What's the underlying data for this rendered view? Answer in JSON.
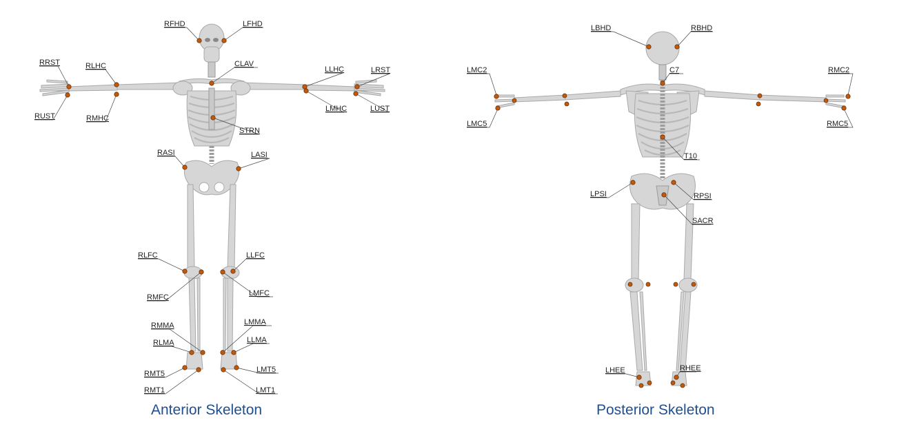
{
  "anterior": {
    "caption": "Anterior Skeleton",
    "labels": {
      "RFHD": "RFHD",
      "LFHD": "LFHD",
      "CLAV": "CLAV",
      "RRST": "RRST",
      "RLHC": "RLHC",
      "LLHC": "LLHC",
      "LRST": "LRST",
      "RUST": "RUST",
      "RMHC": "RMHC",
      "LMHC": "LMHC",
      "LUST": "LUST",
      "STRN": "STRN",
      "RASI": "RASI",
      "LASI": "LASI",
      "RLFC": "RLFC",
      "LLFC": "LLFC",
      "RMFC": "RMFC",
      "LMFC": "LMFC",
      "RMMA": "RMMA",
      "LMMA": "LMMA",
      "RLMA": "RLMA",
      "LLMA": "LLMA",
      "RMT5": "RMT5",
      "LMT5": "LMT5",
      "RMT1": "RMT1",
      "LMT1": "LMT1"
    }
  },
  "posterior": {
    "caption": "Posterior Skeleton",
    "labels": {
      "LBHD": "LBHD",
      "RBHD": "RBHD",
      "C7": "C7",
      "LMC2": "LMC2",
      "RMC2": "RMC2",
      "LMC5": "LMC5",
      "RMC5": "RMC5",
      "T10": "T10",
      "LPSI": "LPSI",
      "RPSI": "RPSI",
      "SACR": "SACR",
      "LHEE": "LHEE",
      "RHEE": "RHEE"
    }
  },
  "colors": {
    "marker": "#c05a0e",
    "caption": "#1f4f8f",
    "bone": "#d6d6d6"
  }
}
